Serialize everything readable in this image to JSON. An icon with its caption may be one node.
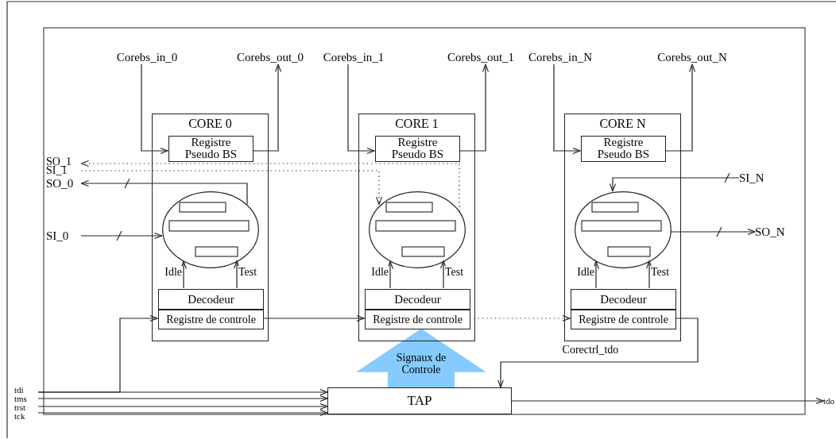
{
  "diagram": {
    "nodes": [
      {
        "text": [
          "Corebs_in_0"
        ]
      },
      {
        "text": [
          "Corebs_out_0"
        ]
      },
      {
        "text": [
          "Corebs_in_1"
        ]
      },
      {
        "text": [
          "Corebs_out_1"
        ]
      },
      {
        "text": [
          "Corebs_in_N"
        ]
      },
      {
        "text": [
          "Corebs_out_N"
        ]
      },
      {
        "text": [
          "CORE 0"
        ]
      },
      {
        "text": [
          "Registre Pseudo BS"
        ],
        "in": 6
      },
      {
        "text": [],
        "shape": "ellipse",
        "in": 6
      },
      {
        "text": [
          "Decodeur"
        ],
        "in": 6
      },
      {
        "text": [
          "Registre de controle"
        ],
        "in": 6
      },
      {
        "text": [
          "CORE 1"
        ]
      },
      {
        "text": [
          "Registre Pseudo BS"
        ],
        "in": 11
      },
      {
        "text": [],
        "shape": "ellipse",
        "in": 11
      },
      {
        "text": [
          "Decodeur"
        ],
        "in": 11
      },
      {
        "text": [
          "Registre de controle"
        ],
        "in": 11
      },
      {
        "text": [
          "CORE N"
        ]
      },
      {
        "text": [
          "Registre Pseudo BS"
        ],
        "in": 16
      },
      {
        "text": [],
        "shape": "ellipse",
        "in": 16
      },
      {
        "text": [
          "Decodeur"
        ],
        "in": 16
      },
      {
        "text": [
          "Registre de controle"
        ],
        "in": 16
      },
      {
        "text": [
          "SO_1"
        ]
      },
      {
        "text": [
          "SI_1"
        ]
      },
      {
        "text": [
          "SO_0"
        ]
      },
      {
        "text": [
          "SI_0"
        ]
      },
      {
        "text": [
          "SI_N"
        ]
      },
      {
        "text": [
          "SO_N"
        ]
      },
      {
        "text": [
          "TAP"
        ]
      },
      {
        "text": [
          "tdi"
        ]
      },
      {
        "text": [
          "tms"
        ]
      },
      {
        "text": [
          "trst"
        ]
      },
      {
        "text": [
          "tck"
        ]
      },
      {
        "text": [
          "tdo"
        ]
      }
    ],
    "edges": [
      {
        "from": 0,
        "to": 7,
        "arrow": "to"
      },
      {
        "from": 7,
        "to": 1,
        "arrow": "to"
      },
      {
        "from": 2,
        "to": 12,
        "arrow": "to"
      },
      {
        "from": 12,
        "to": 3,
        "arrow": "to"
      },
      {
        "from": 4,
        "to": 17,
        "arrow": "to"
      },
      {
        "from": 17,
        "to": 5,
        "arrow": "to"
      },
      {
        "from": 8,
        "to": 23,
        "arrow": "to"
      },
      {
        "from": 24,
        "to": 8,
        "arrow": "to"
      },
      {
        "from": 13,
        "to": 21,
        "arrow": "to",
        "style": "dashed"
      },
      {
        "from": 22,
        "to": 13,
        "arrow": "to",
        "style": "dashed"
      },
      {
        "from": 25,
        "to": 18,
        "arrow": "to"
      },
      {
        "from": 18,
        "to": 26,
        "arrow": "to"
      },
      {
        "from": 9,
        "to": 8,
        "arrow": "to",
        "label": "Idle"
      },
      {
        "from": 9,
        "to": 8,
        "arrow": "to",
        "label": "Test"
      },
      {
        "from": 14,
        "to": 13,
        "arrow": "to",
        "label": "Idle"
      },
      {
        "from": 14,
        "to": 13,
        "arrow": "to",
        "label": "Test"
      },
      {
        "from": 19,
        "to": 18,
        "arrow": "to",
        "label": "Idle"
      },
      {
        "from": 19,
        "to": 18,
        "arrow": "to",
        "label": "Test"
      },
      {
        "from": 28,
        "to": 10,
        "arrow": "to"
      },
      {
        "from": 10,
        "to": 15,
        "arrow": "to"
      },
      {
        "from": 15,
        "to": 20,
        "arrow": "to",
        "style": "dashed"
      },
      {
        "from": 20,
        "to": 27,
        "arrow": "to",
        "label": "Corectrl_tdo"
      },
      {
        "from": 28,
        "to": 27,
        "arrow": "to"
      },
      {
        "from": 29,
        "to": 27,
        "arrow": "to"
      },
      {
        "from": 30,
        "to": 27,
        "arrow": "to"
      },
      {
        "from": 31,
        "to": 27,
        "arrow": "to"
      },
      {
        "from": 27,
        "to": 32,
        "arrow": "to"
      },
      {
        "from": 27,
        "to": 15,
        "arrow": "to",
        "label": "Signaux de Controle",
        "style": "thick",
        "color": "#85cbff"
      }
    ]
  }
}
